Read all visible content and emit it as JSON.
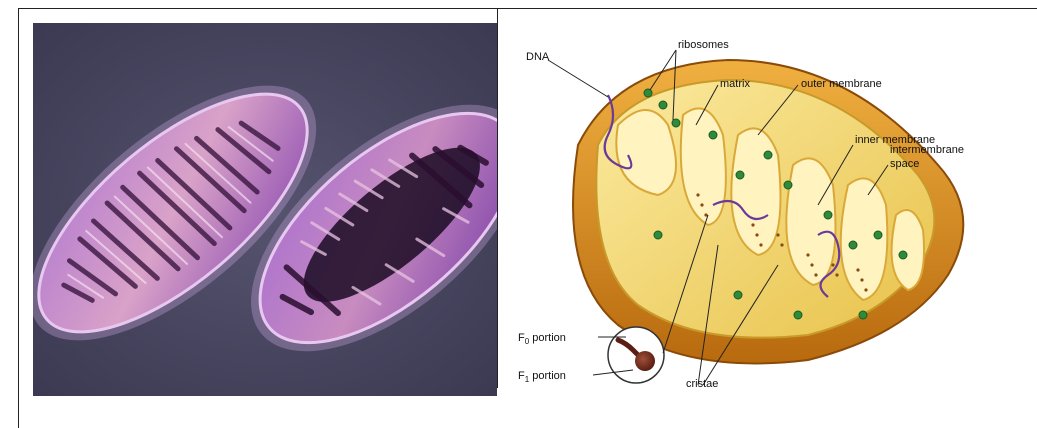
{
  "diagram": {
    "labels": {
      "dna": "DNA",
      "ribosomes": "ribosomes",
      "matrix": "matrix",
      "outer_membrane": "outer membrane",
      "inner_membrane": "inner membrane",
      "intermembrane_line1": "intermembrane",
      "intermembrane_line2": "space",
      "f0_prefix": "F",
      "f0_sub": "0",
      "f0_suffix": " portion",
      "f1_prefix": "F",
      "f1_sub": "1",
      "f1_suffix": " portion",
      "cristae": "cristae"
    },
    "colors": {
      "micrograph_bg": "#4a4862",
      "mito_purple": "#8a4bb0",
      "mito_pink": "#d49ac0",
      "outer_orange": "#d88a1a",
      "inner_yellow": "#f3d66a",
      "ribosome_green": "#2e8b3a",
      "dna_purple": "#6a3a9a"
    }
  }
}
